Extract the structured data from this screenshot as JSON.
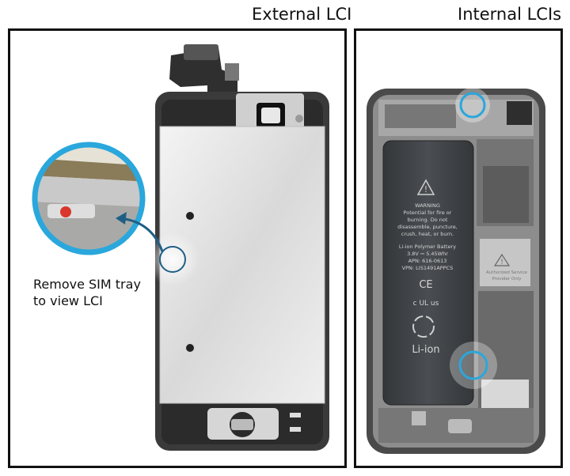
{
  "titles": {
    "external": "External LCI",
    "internal": "Internal LCIs"
  },
  "callout": {
    "line1": "Remove SIM tray",
    "line2": "to view LCI"
  },
  "battery": {
    "warning_title": "WARNING",
    "warning_lines": [
      "Potential for fire or",
      "burning. Do not",
      "disassemble, puncture,",
      "crush, heat, or burn."
    ],
    "spec_lines": [
      "Li-ion Polymer Battery",
      "3.8V ⎓ 5.45Whr",
      "APN: 616-0613",
      "VPN: LIS1491APPCS"
    ],
    "ce_mark": "CE",
    "ul_mark": "c UL us",
    "recycle_label": "Li-ion"
  },
  "shield_label": [
    "Authorized Service",
    "Provider Only"
  ],
  "colors": {
    "highlight_ring": "#2aa7dc",
    "frame_dark": "#3a3a3a",
    "battery": "#3f4246"
  }
}
